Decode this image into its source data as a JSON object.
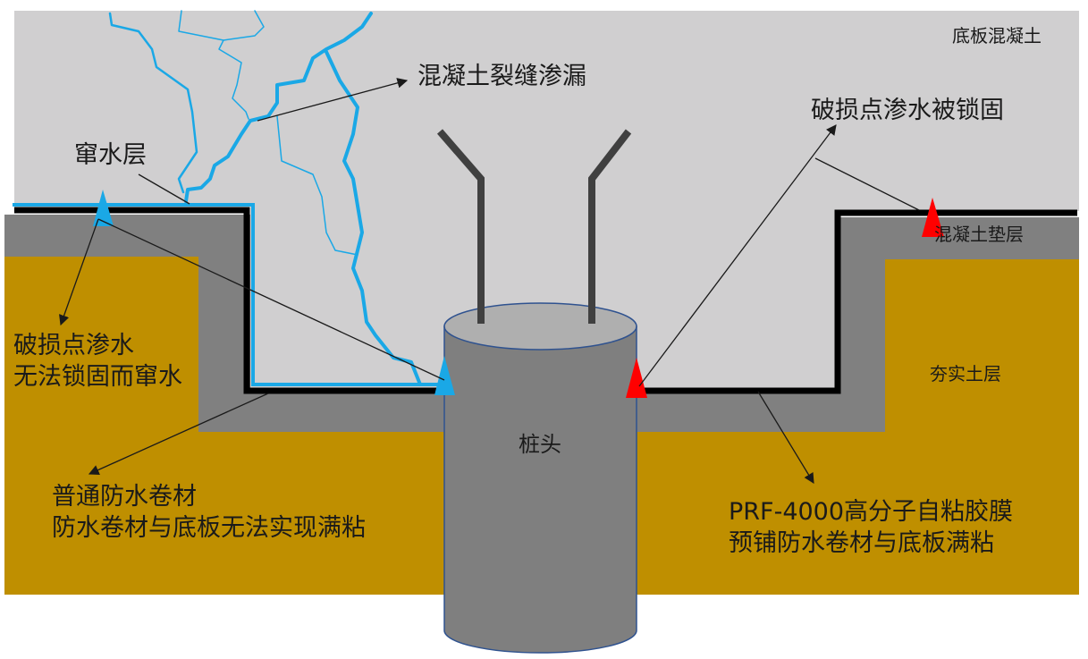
{
  "title": "桩头防水构造对比示意图",
  "colors": {
    "concrete_slab": "#d0cfd0",
    "cushion": "#808080",
    "soil": "#bf8f00",
    "pile_body": "#7f7f7f",
    "pile_top": "#afafaf",
    "pile_outline": "#2f528f",
    "water": "#1aa8e6",
    "membrane": "#000000",
    "rebar": "#404040",
    "marker_fail": "#1aa8e6",
    "marker_ok": "#ff0000",
    "leader": "#1a1a1a"
  },
  "labels": {
    "slab": "底板混凝土",
    "crack_leak": "混凝土裂缝渗漏",
    "locked": "破损点渗水被锁固",
    "channeling_layer": "窜水层",
    "cushion": "混凝土垫层",
    "damage_left": "破损点渗水\n无法锁固而窜水",
    "compacted_soil": "夯实土层",
    "pile_head": "桩头",
    "ordinary_membrane": "普通防水卷材\n防水卷材与底板无法实现满粘",
    "prf_membrane": "PRF-4000高分子自粘胶膜\n预铺防水卷材与底板满粘"
  },
  "sections": {
    "left": {
      "membrane_type": "普通防水卷材",
      "bonding": "无法满粘",
      "result": "窜水"
    },
    "right": {
      "membrane_type": "PRF-4000高分子自粘胶膜预铺防水卷材",
      "bonding": "满粘",
      "result": "锁固"
    }
  }
}
